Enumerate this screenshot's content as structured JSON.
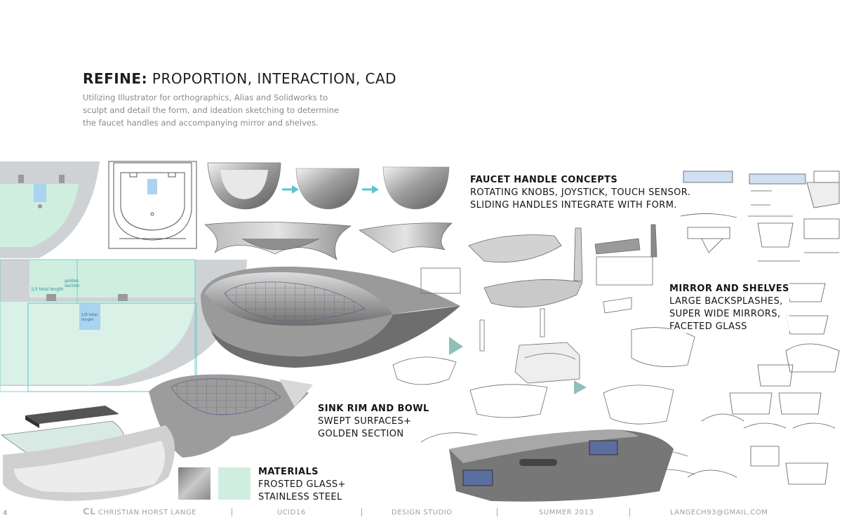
{
  "header": {
    "title_bold": "REFINE:",
    "title_rest": " PROPORTION, INTERACTION, CAD",
    "subtitle": "Utilizing Illustrator for orthographics, Alias and Solidworks to sculpt and detail the form, and ideation sketching to determine the faucet handles and accompanying mirror and shelves."
  },
  "sections": {
    "faucet": {
      "heading": "FAUCET HANDLE CONCEPTS",
      "lines": [
        "ROTATING KNOBS, JOYSTICK, TOUCH SENSOR.",
        "SLIDING HANDLES INTEGRATE WITH FORM."
      ]
    },
    "mirror": {
      "heading": "MIRROR AND SHELVES",
      "lines": [
        "LARGE BACKSPLASHES,",
        "SUPER WIDE MIRRORS,",
        "FACETED GLASS"
      ]
    },
    "sink": {
      "heading": "SINK RIM AND BOWL",
      "lines": [
        "SWEPT SURFACES+",
        "GOLDEN SECTION"
      ]
    },
    "materials": {
      "heading": "MATERIALS",
      "lines": [
        "FROSTED GLASS+",
        "STAINLESS STEEL"
      ]
    }
  },
  "annotations": {
    "golden_section": "golden\nsection",
    "third_length": "1/3 total length",
    "fifth_length": "1/5 total\nlength"
  },
  "colors": {
    "mint": "#cfeee0",
    "mint_dark": "#a8dcc8",
    "sink_gray": "#cfd2d4",
    "steel": "#9a9c9e",
    "blue_accent": "#a9d3ef",
    "arrow_cyan": "#5cc7c9"
  },
  "footer": {
    "page_number": "4",
    "name": "CHRISTIAN HORST LANGE",
    "course": "UCID16",
    "studio": "DESIGN STUDIO",
    "term": "SUMMER 2013",
    "email": "LANGECH93@GMAIL.COM"
  }
}
